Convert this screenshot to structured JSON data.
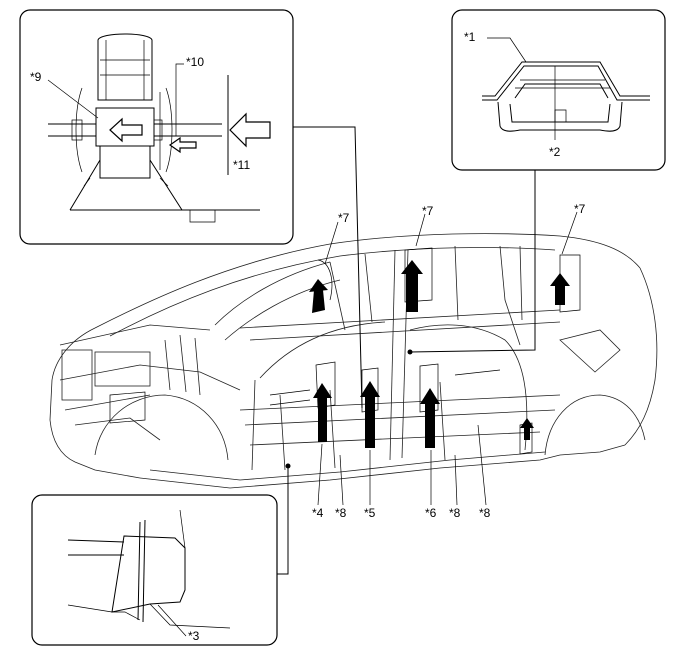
{
  "labels": {
    "c1": "*1",
    "c2": "*2",
    "c3": "*3",
    "c4": "*4",
    "c5": "*5",
    "c6": "*6",
    "c7a": "*7",
    "c7b": "*7",
    "c7c": "*7",
    "c8a": "*8",
    "c8b": "*8",
    "c8c": "*8",
    "c9": "*9",
    "c10": "*10",
    "c11": "*11"
  },
  "colors": {
    "ink": "#000000",
    "background": "#ffffff"
  }
}
